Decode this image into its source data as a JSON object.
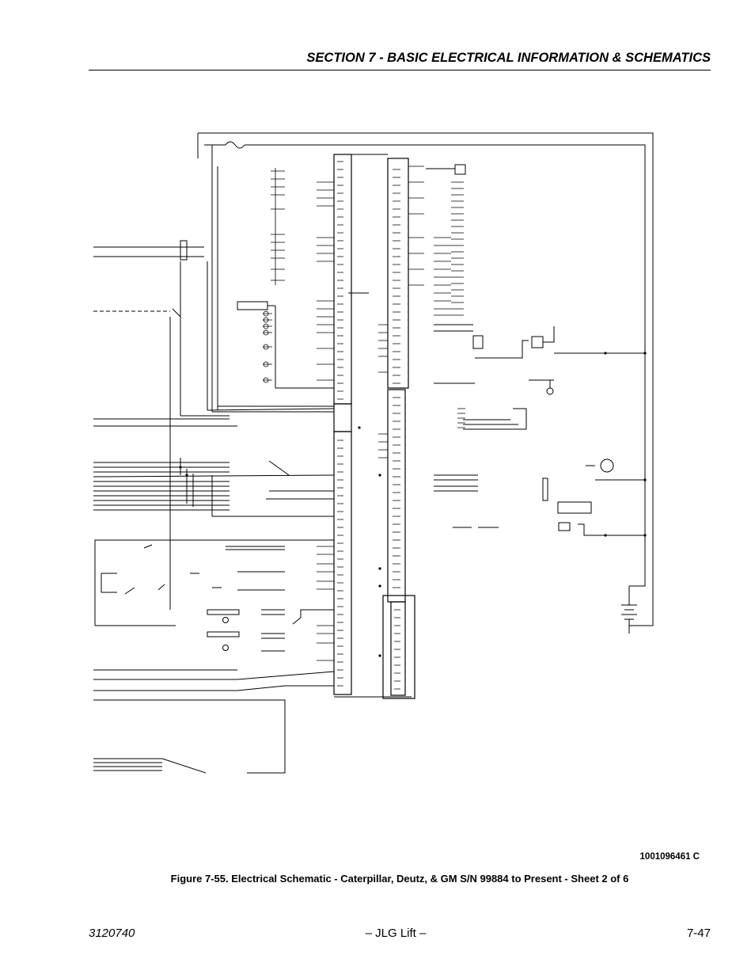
{
  "header": {
    "section_title": "SECTION 7 - BASIC ELECTRICAL INFORMATION & SCHEMATICS"
  },
  "figure": {
    "drawing_number": "1001096461 C",
    "caption": "Figure 7-55.  Electrical Schematic - Caterpillar, Deutz, & GM S/N 99884 to Present - Sheet 2 of 6"
  },
  "footer": {
    "document_number": "3120740",
    "publisher": "– JLG Lift –",
    "page_number": "7-47"
  },
  "colors": {
    "ink": "#000000",
    "paper": "#ffffff"
  }
}
